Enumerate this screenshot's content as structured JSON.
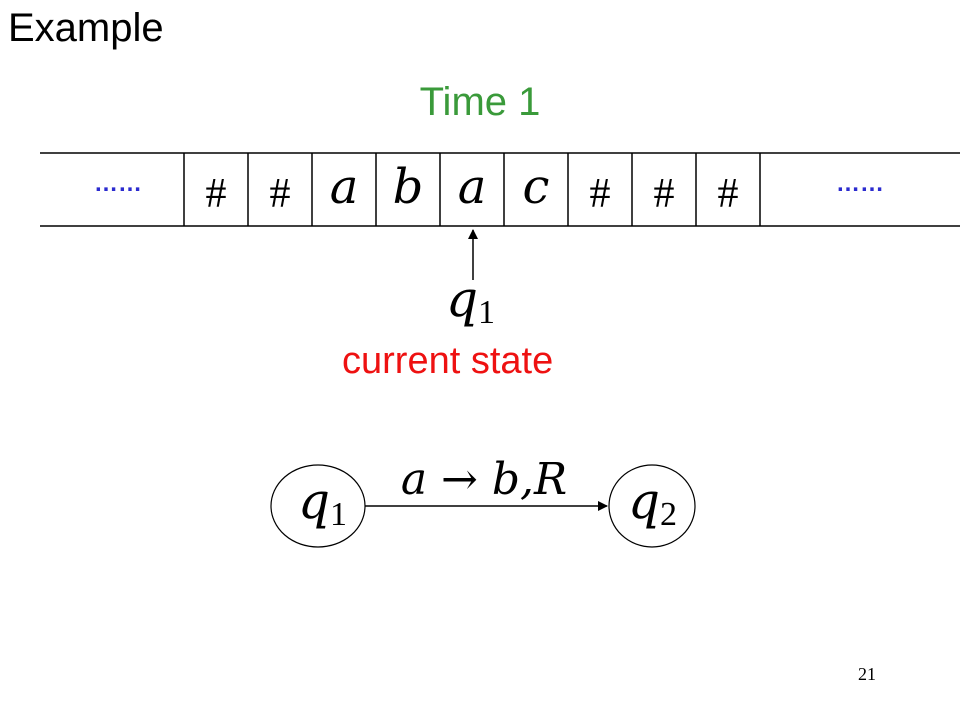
{
  "title": "Example",
  "time_label": "Time 1",
  "tape": {
    "left_dots": "……",
    "right_dots": "……",
    "cells": [
      "#",
      "#",
      "a",
      "b",
      "a",
      "c",
      "#",
      "#",
      "#"
    ],
    "head_index": 4
  },
  "head_state": {
    "letter": "q",
    "sub": "1"
  },
  "current_state_label": "current state",
  "transition": {
    "from": {
      "letter": "q",
      "sub": "1"
    },
    "to": {
      "letter": "q",
      "sub": "2"
    },
    "label": "a → b,R"
  },
  "page_number": "21",
  "colors": {
    "title": "#000000",
    "time": "#3a9a3a",
    "current_state": "#ee1111",
    "dots": "#2b2bcf",
    "lines": "#000000"
  }
}
